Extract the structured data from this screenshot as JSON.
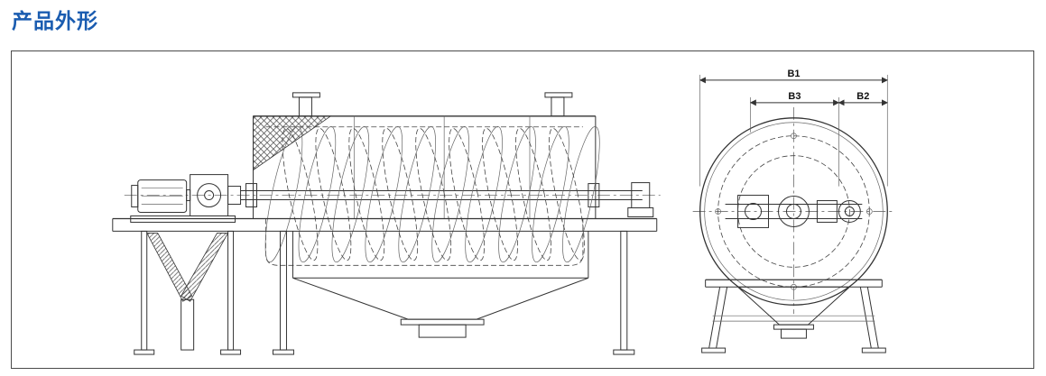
{
  "page": {
    "title": "产品外形"
  },
  "drawing": {
    "dimensions": {
      "b1": "B1",
      "b2": "B2",
      "b3": "B3"
    }
  },
  "colors": {
    "title_blue": "#1a5cb0",
    "line": "#333333",
    "frame_border": "#4a4a4a",
    "background": "#ffffff"
  }
}
